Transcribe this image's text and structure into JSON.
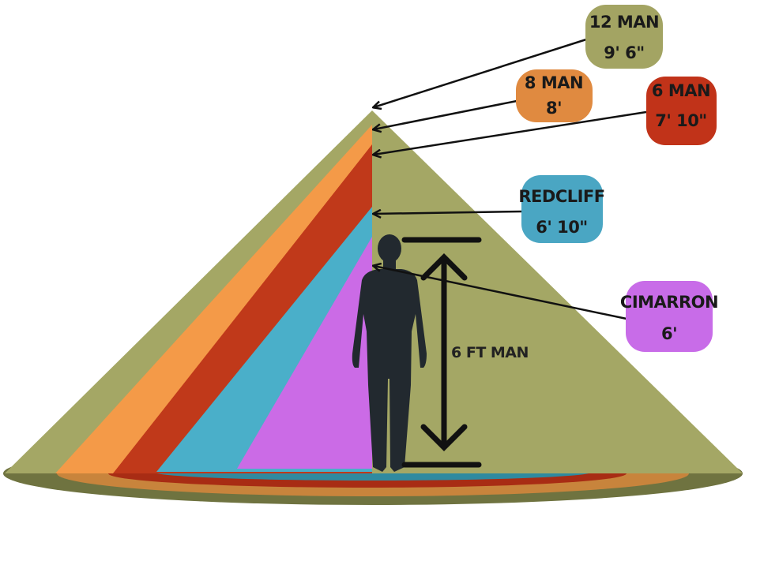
{
  "colors": {
    "outer_tent": "#a4a765",
    "outer_tent_base": "#7c7f44",
    "eight_man": "#f49a48",
    "six_man": "#c0391a",
    "redcliff": "#4aafc9",
    "cimarron": "#cb6be6",
    "arrow": "#111111",
    "person": "#22292f"
  },
  "tents": [
    {
      "id": "12man",
      "name": "12 MAN",
      "height": "9' 6\"",
      "color": "#a3a463"
    },
    {
      "id": "8man",
      "name": "8 MAN",
      "height": "8'",
      "color": "#e08a40"
    },
    {
      "id": "6man",
      "name": "6 MAN",
      "height": "7' 10\"",
      "color": "#c13319"
    },
    {
      "id": "redcliff",
      "name": "REDCLIFF",
      "height": "6' 10\"",
      "color": "#4aa6c3"
    },
    {
      "id": "cimarron",
      "name": "CIMARRON",
      "height": "6'",
      "color": "#c86ce8"
    }
  ],
  "person": {
    "label": "6 FT MAN",
    "icon": "standing-person-icon"
  }
}
